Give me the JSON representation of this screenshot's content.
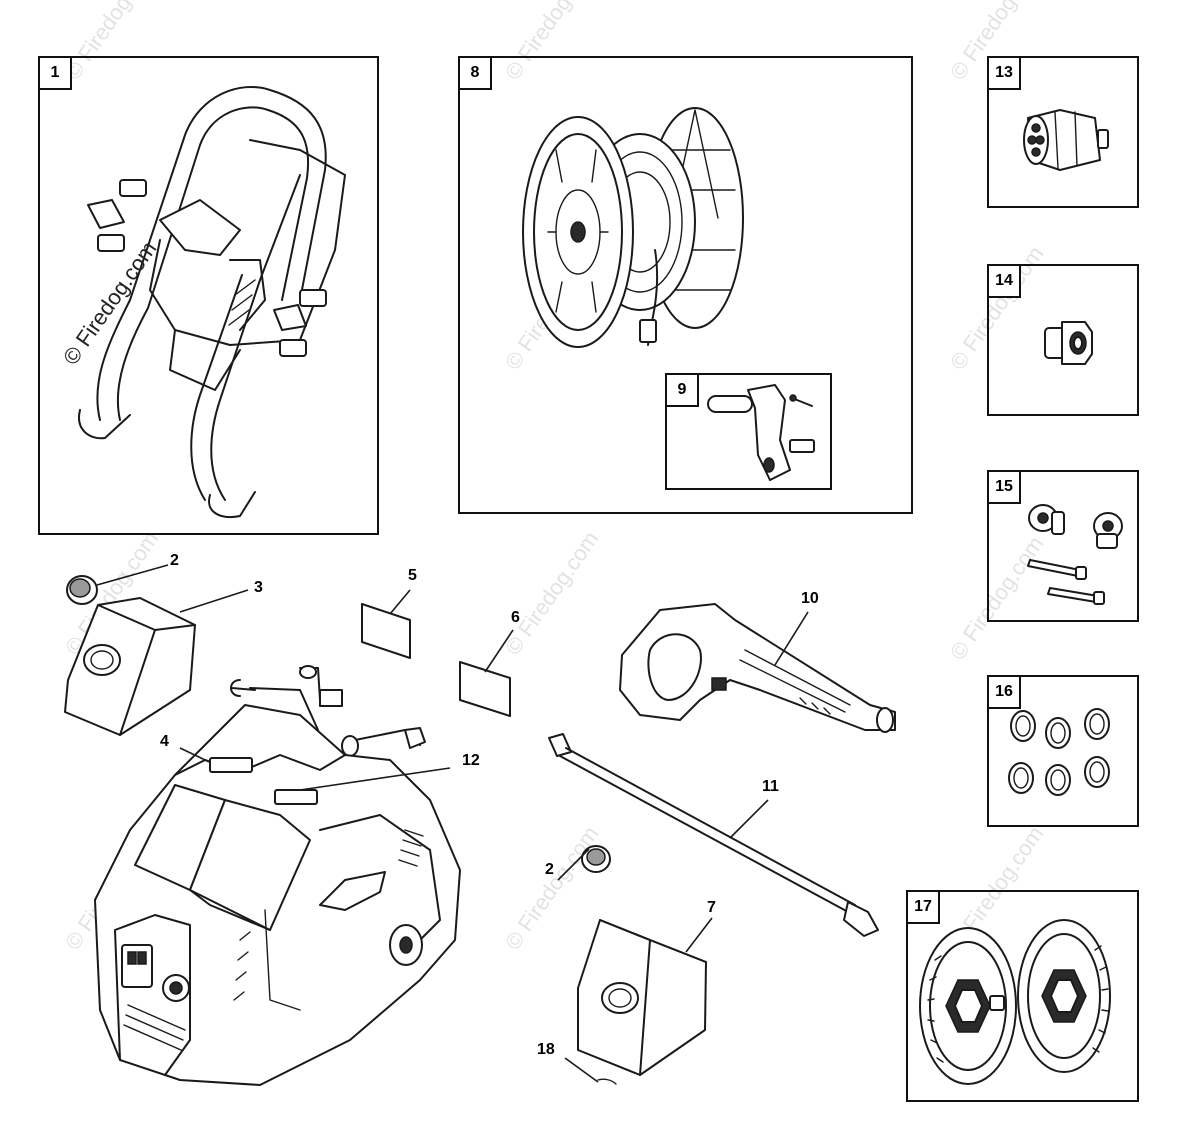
{
  "watermark": "© Firedog.com",
  "parts": {
    "p1": "1",
    "p2a": "2",
    "p2b": "2",
    "p3": "3",
    "p4": "4",
    "p5": "5",
    "p6": "6",
    "p7": "7",
    "p8": "8",
    "p9": "9",
    "p10": "10",
    "p11": "11",
    "p12": "12",
    "p13": "13",
    "p14": "14",
    "p15": "15",
    "p16": "16",
    "p17": "17",
    "p18": "18"
  }
}
